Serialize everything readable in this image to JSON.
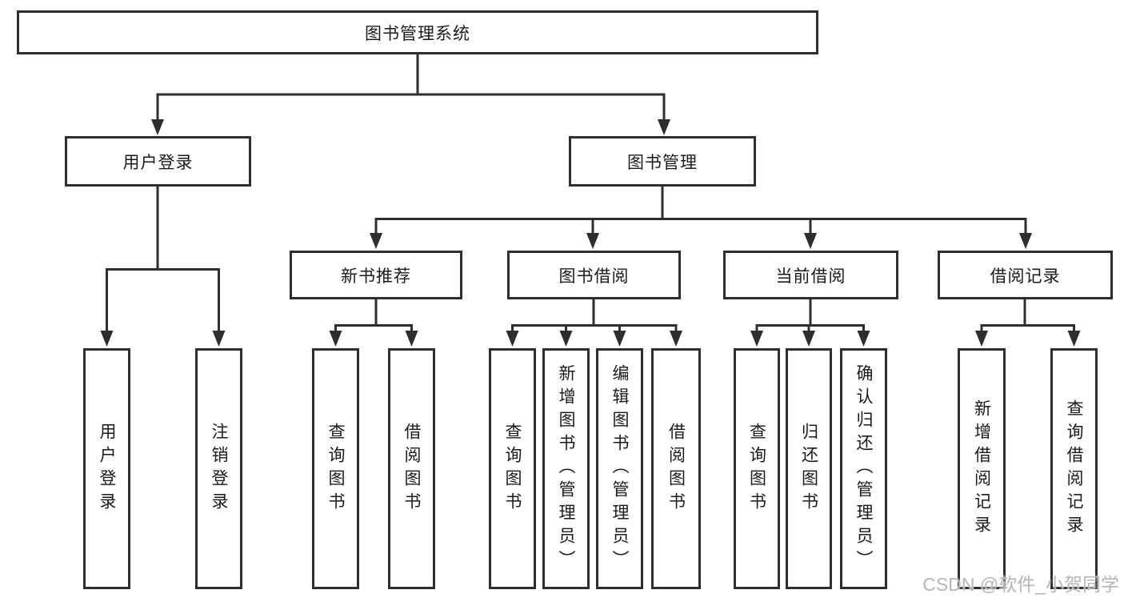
{
  "diagram": {
    "type": "hierarchy-tree",
    "colors": {
      "line": "#2e2e2e",
      "box_border": "#2e2e2e",
      "box_background": "#ffffff",
      "text": "#1a1a1a",
      "watermark": "#b5b5b5"
    }
  },
  "tree": {
    "label": "图书管理系统",
    "children": [
      {
        "label": "用户登录",
        "children": [
          {
            "label": "用户登录"
          },
          {
            "label": "注销登录"
          }
        ]
      },
      {
        "label": "图书管理",
        "children": [
          {
            "label": "新书推荐",
            "children": [
              {
                "label": "查询图书"
              },
              {
                "label": "借阅图书"
              }
            ]
          },
          {
            "label": "图书借阅",
            "children": [
              {
                "label": "查询图书"
              },
              {
                "label": "新增图书（管理员）"
              },
              {
                "label": "编辑图书（管理员）"
              },
              {
                "label": "借阅图书"
              }
            ]
          },
          {
            "label": "当前借阅",
            "children": [
              {
                "label": "查询图书"
              },
              {
                "label": "归还图书"
              },
              {
                "label": "确认归还（管理员）"
              }
            ]
          },
          {
            "label": "借阅记录",
            "children": [
              {
                "label": "新增借阅记录"
              },
              {
                "label": "查询借阅记录"
              }
            ]
          }
        ]
      }
    ]
  },
  "watermark": {
    "text": "CSDN @软件_小贺同学"
  }
}
